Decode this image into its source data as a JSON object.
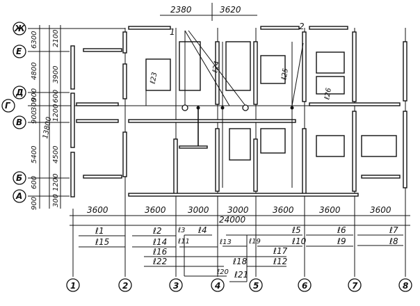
{
  "title": "Floor plan with column axes and span dimensions",
  "axes_columns": [
    "1",
    "2",
    "3",
    "4",
    "5",
    "6",
    "7",
    "8"
  ],
  "axes_rows": [
    "Ж",
    "Е",
    "Д",
    "Г",
    "В",
    "Б",
    "А"
  ],
  "callouts": [
    "1",
    "2"
  ],
  "top_dims": [
    "2380",
    "3620"
  ],
  "bottom_dims": [
    "3600",
    "3600",
    "3000",
    "3000",
    "3600",
    "3600",
    "3600"
  ],
  "overall_dim": "24000",
  "left_dims_outer": [
    "6300",
    "4800",
    "900",
    "300",
    "900",
    "5400",
    "600",
    "900"
  ],
  "left_dims_middle": [
    "13800"
  ],
  "left_dims_inner": [
    "2100",
    "3900",
    "600",
    "1200",
    "4500",
    "1200",
    "300"
  ],
  "plan_spans": [
    "ℓ23",
    "ℓ24",
    "ℓ25",
    "ℓ26"
  ],
  "span_labels": {
    "row1": [
      "ℓ1",
      "ℓ2",
      "ℓ3",
      "ℓ4",
      "ℓ5",
      "ℓ6",
      "ℓ7"
    ],
    "row2": [
      "ℓ15",
      "ℓ14",
      "ℓ11",
      "ℓ13",
      "ℓ19",
      "ℓ10",
      "ℓ9",
      "ℓ8"
    ],
    "row3": [
      "ℓ16",
      "ℓ17"
    ],
    "row4": [
      "ℓ22",
      "ℓ18",
      "ℓ12"
    ],
    "row5": [
      "ℓ20",
      "ℓ21"
    ]
  }
}
